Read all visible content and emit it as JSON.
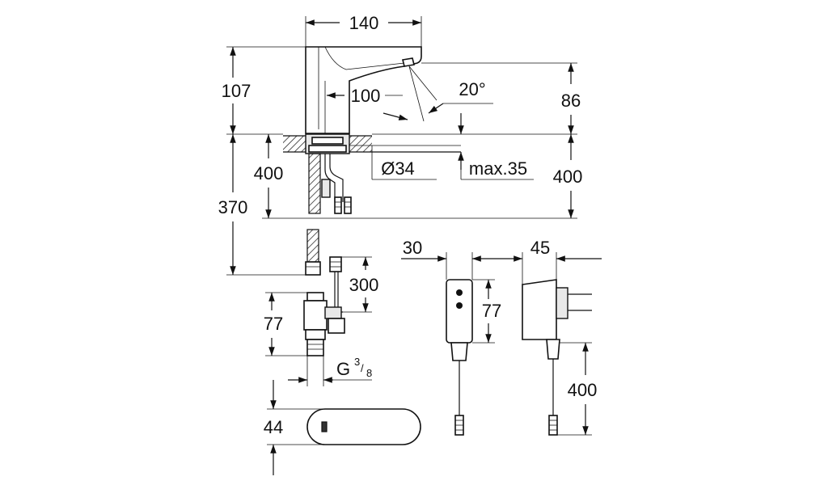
{
  "dimensions": {
    "spout_width": "140",
    "height_above_deck": "107",
    "spout_reach": "100",
    "spray_angle": "20°",
    "spout_height": "86",
    "hole_diameter": "Ø34",
    "max_deck_thickness": "max.35",
    "hose_length_left": "400",
    "hose_length_right": "400",
    "total_length": "370",
    "sensor_cable_length": "300",
    "valve_height": "77",
    "thread_size_prefix": "G",
    "thread_size_numerator": "3",
    "thread_size_denominator": "8",
    "plate_height": "44",
    "plug_width": "30",
    "plug_height": "77",
    "adapter_depth": "45",
    "adapter_cable_length": "400"
  }
}
